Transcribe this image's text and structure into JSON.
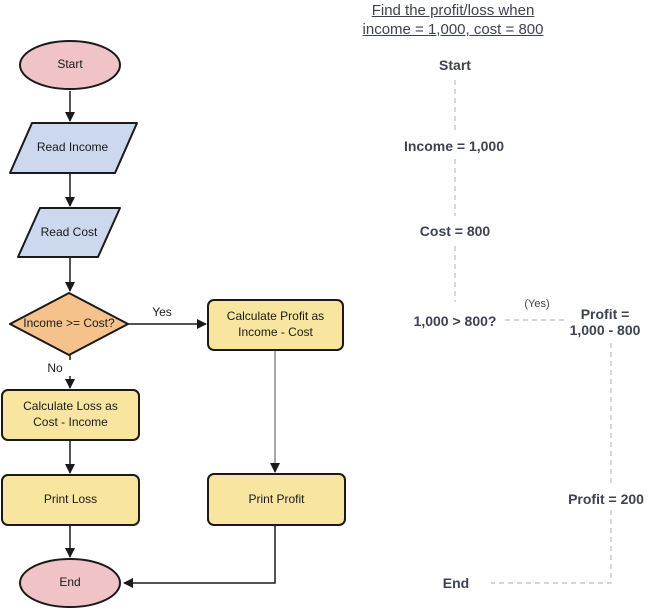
{
  "title": {
    "text": "Find the profit/loss when\nincome = 1,000, cost = 800"
  },
  "flowchart": {
    "nodes": [
      {
        "id": "start",
        "type": "terminator",
        "label": "Start"
      },
      {
        "id": "read-income",
        "type": "input-output",
        "label": "Read Income"
      },
      {
        "id": "read-cost",
        "type": "input-output",
        "label": "Read Cost"
      },
      {
        "id": "income-gte-cost",
        "type": "decision",
        "label": "Income >= Cost?"
      },
      {
        "id": "calc-profit",
        "type": "process",
        "label": "Calculate Profit as\nIncome - Cost"
      },
      {
        "id": "calc-loss",
        "type": "process",
        "label": "Calculate Loss as\nCost - Income"
      },
      {
        "id": "print-loss",
        "type": "process",
        "label": "Print Loss"
      },
      {
        "id": "print-profit",
        "type": "process",
        "label": "Print Profit"
      },
      {
        "id": "end",
        "type": "terminator",
        "label": "End"
      }
    ],
    "edge_labels": {
      "yes": "Yes",
      "no": "No"
    }
  },
  "trace": {
    "steps": [
      {
        "label": "Start"
      },
      {
        "label": "Income = 1,000"
      },
      {
        "label": "Cost = 800"
      },
      {
        "label": "1,000 > 800?"
      },
      {
        "label": "(Yes)"
      },
      {
        "label": "Profit =\n1,000 - 800"
      },
      {
        "label": "Profit = 200"
      },
      {
        "label": "End"
      }
    ]
  },
  "colors": {
    "terminator-fill": "#f0c4c6",
    "io-fill": "#ccd8ee",
    "decision-fill": "#f6c28b",
    "process-fill": "#f8e5a0",
    "node-stroke": "#1a1a1a",
    "connector": "#1a1a1a",
    "connector-gray": "#8c8c8c",
    "dashed-line": "#bdbdbd",
    "trace-text": "#3e4251"
  }
}
